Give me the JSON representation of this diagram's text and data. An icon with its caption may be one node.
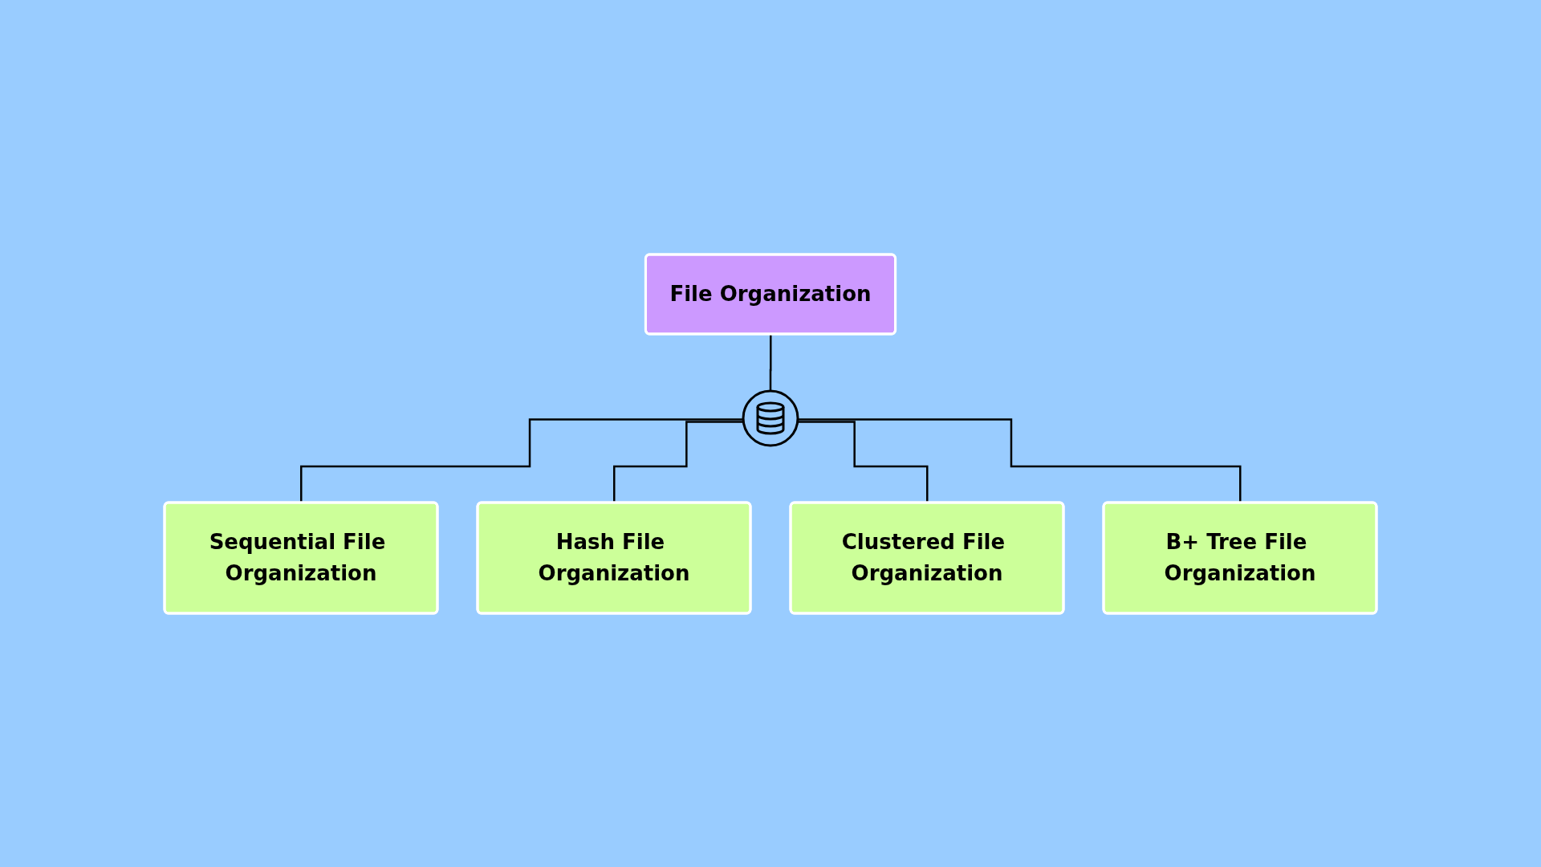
{
  "diagram": {
    "nodes": [
      {
        "text": [
          "File Organization"
        ]
      },
      {
        "text": [],
        "shape": "circle"
      },
      {
        "text": [
          "Sequential File Organization"
        ]
      },
      {
        "text": [
          "Hash File Organization"
        ]
      },
      {
        "text": [
          "Clustered File Organization"
        ]
      },
      {
        "text": [
          "B+ Tree File Organization"
        ]
      }
    ],
    "edges": [
      {
        "from": 0,
        "to": 1,
        "arrow": "none"
      },
      {
        "from": 1,
        "to": 2,
        "arrow": "none"
      },
      {
        "from": 1,
        "to": 3,
        "arrow": "none"
      },
      {
        "from": 1,
        "to": 4,
        "arrow": "none"
      },
      {
        "from": 1,
        "to": 5,
        "arrow": "none"
      }
    ]
  }
}
